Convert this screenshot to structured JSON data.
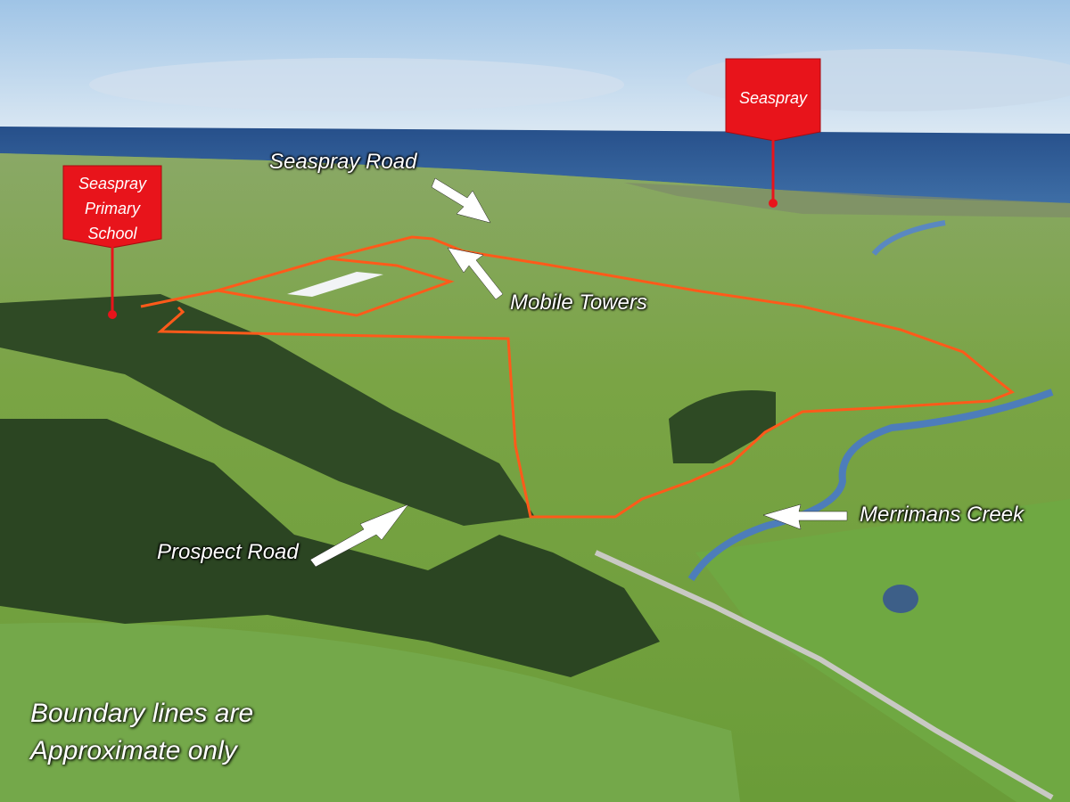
{
  "markers": {
    "seaspray": "Seaspray",
    "school_line1": "Seaspray",
    "school_line2": "Primary",
    "school_line3": "School"
  },
  "labels": {
    "seaspray_road": "Seaspray Road",
    "mobile_towers": "Mobile Towers",
    "merrimans_creek": "Merrimans Creek",
    "prospect_road": "Prospect Road"
  },
  "disclaimer": {
    "line1": "Boundary lines are",
    "line2": "Approximate only"
  },
  "colors": {
    "marker_red": "#e8141b",
    "boundary_orange": "#ff5a1a",
    "sea": "#2f5e9a",
    "grass": "#77a744"
  }
}
